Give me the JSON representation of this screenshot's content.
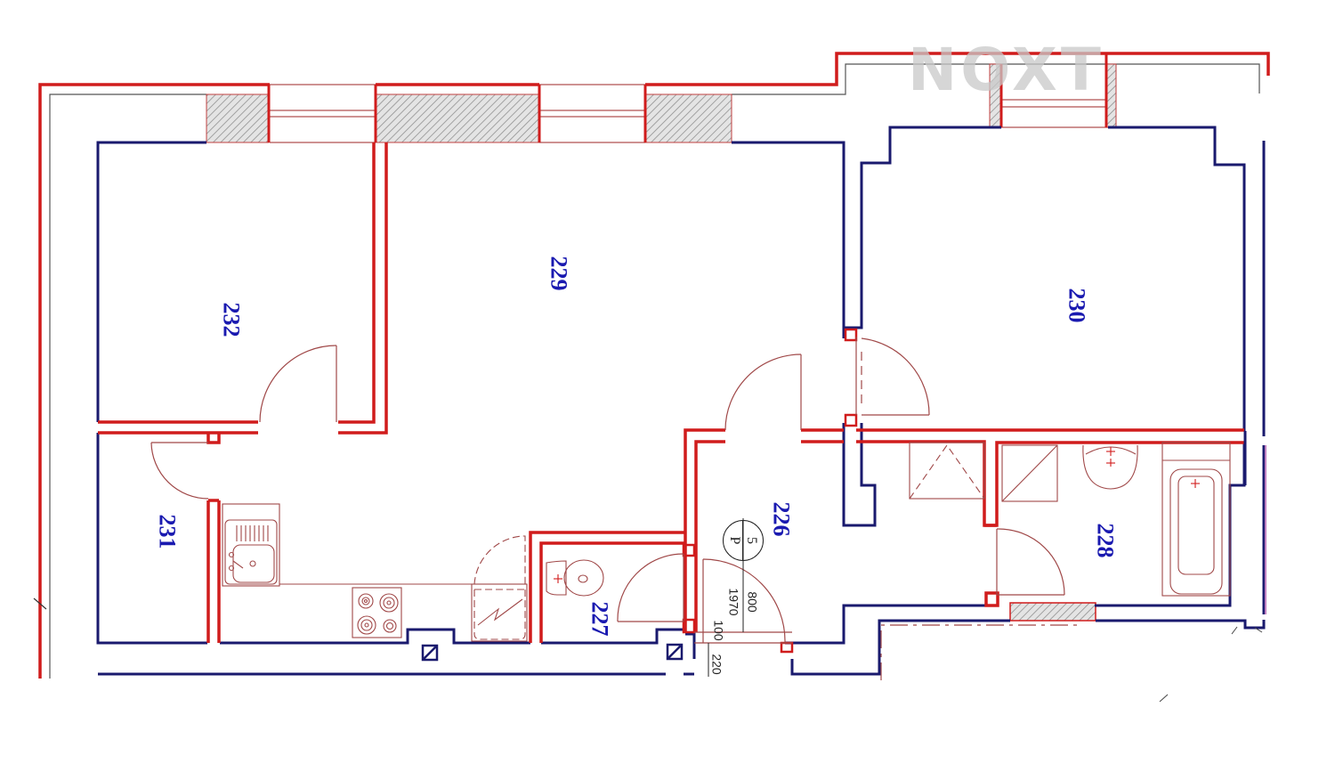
{
  "plan": {
    "watermark": "NOXT",
    "colors": {
      "new_wall": "#d01c1c",
      "existing_wall": "#1a1a6e",
      "fixture": "#b04040",
      "label": "#1a1ab0",
      "hatch": "#999999"
    },
    "rooms": [
      {
        "id": "232",
        "label": "232",
        "name": "room-232"
      },
      {
        "id": "229",
        "label": "229",
        "name": "room-229"
      },
      {
        "id": "230",
        "label": "230",
        "name": "room-230"
      },
      {
        "id": "231",
        "label": "231",
        "name": "room-231"
      },
      {
        "id": "226",
        "label": "226",
        "name": "room-226-hall"
      },
      {
        "id": "227",
        "label": "227",
        "name": "room-227-wc"
      },
      {
        "id": "228",
        "label": "228",
        "name": "room-228-bathroom"
      }
    ],
    "entrance_door": {
      "tag_top": "5",
      "tag_bottom": "P",
      "width": "800",
      "height": "1970",
      "threshold": "100",
      "wall": "220"
    }
  }
}
